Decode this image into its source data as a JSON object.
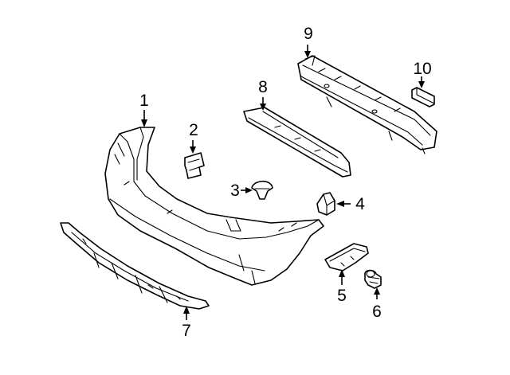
{
  "diagram": {
    "callouts": [
      {
        "number": "1",
        "part": "bumper-cover"
      },
      {
        "number": "2",
        "part": "bracket"
      },
      {
        "number": "3",
        "part": "clip"
      },
      {
        "number": "4",
        "part": "retainer"
      },
      {
        "number": "5",
        "part": "side-bracket"
      },
      {
        "number": "6",
        "part": "push-pin"
      },
      {
        "number": "7",
        "part": "lower-valance"
      },
      {
        "number": "8",
        "part": "energy-absorber"
      },
      {
        "number": "9",
        "part": "reinforcement-beam"
      },
      {
        "number": "10",
        "part": "label-tag"
      }
    ]
  }
}
